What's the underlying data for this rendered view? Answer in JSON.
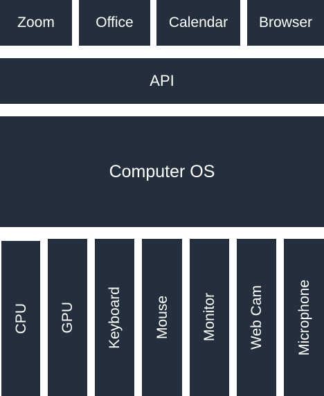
{
  "applications": [
    {
      "label": "Zoom"
    },
    {
      "label": "Office"
    },
    {
      "label": "Calendar"
    },
    {
      "label": "Browser"
    }
  ],
  "api_layer": {
    "label": "API"
  },
  "os_layer": {
    "label": "Computer OS"
  },
  "hardware": [
    {
      "label": "CPU"
    },
    {
      "label": "GPU"
    },
    {
      "label": "Keyboard"
    },
    {
      "label": "Mouse"
    },
    {
      "label": "Monitor"
    },
    {
      "label": "Web Cam"
    },
    {
      "label": "Microphone"
    }
  ],
  "colors": {
    "block_fill": "#232f3c",
    "text": "#ffffff",
    "background": "#ffffff"
  }
}
